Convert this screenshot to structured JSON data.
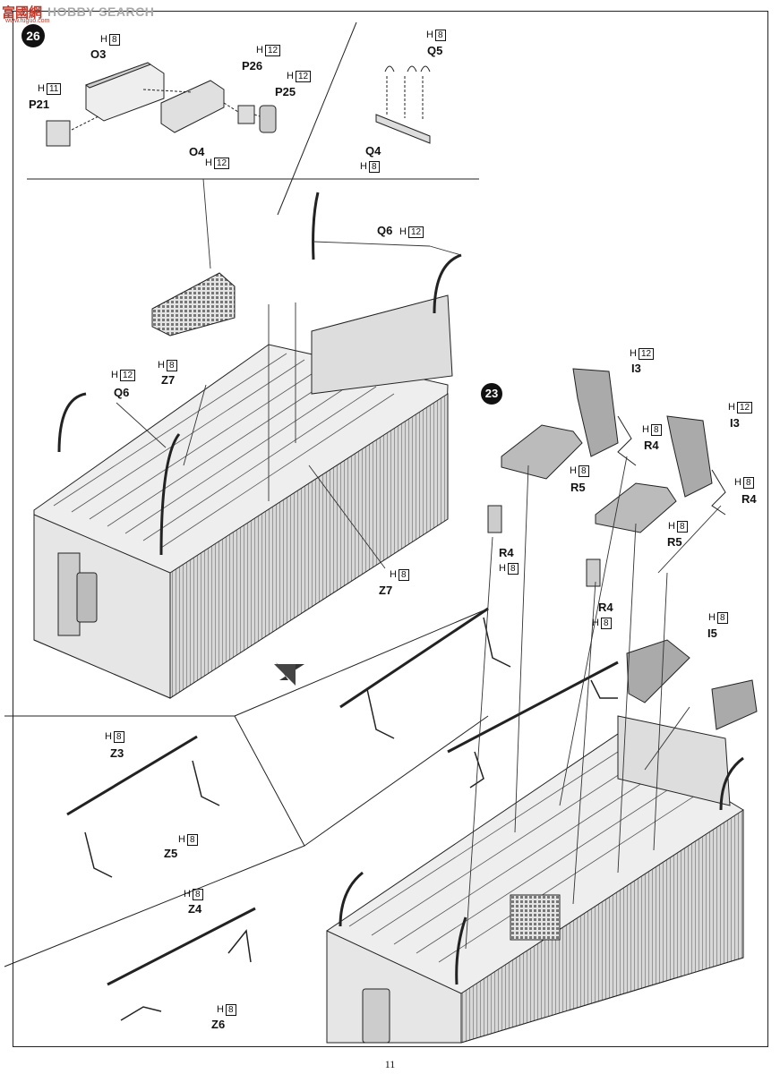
{
  "watermark": {
    "chinese": "富國網",
    "brand": "HOBBY SEARCH",
    "url": "www.fuguo.com"
  },
  "step_number": "26",
  "reference_step": "23",
  "page_number": "11",
  "parts": [
    {
      "id": "O3",
      "code": "H",
      "num": "8"
    },
    {
      "id": "P21",
      "code": "H",
      "num": "11"
    },
    {
      "id": "P26",
      "code": "H",
      "num": "12"
    },
    {
      "id": "P25",
      "code": "H",
      "num": "12"
    },
    {
      "id": "O4",
      "code": "H",
      "num": "12"
    },
    {
      "id": "Q5",
      "code": "H",
      "num": "8"
    },
    {
      "id": "Q4",
      "code": "H",
      "num": "8"
    },
    {
      "id": "Q6",
      "code": "H",
      "num": "12"
    },
    {
      "id": "Q6",
      "code": "H",
      "num": "12"
    },
    {
      "id": "Z7",
      "code": "H",
      "num": "8"
    },
    {
      "id": "Z7",
      "code": "H",
      "num": "8"
    },
    {
      "id": "I3",
      "code": "H",
      "num": "12"
    },
    {
      "id": "I3",
      "code": "H",
      "num": "12"
    },
    {
      "id": "R4",
      "code": "H",
      "num": "8"
    },
    {
      "id": "R4",
      "code": "H",
      "num": "8"
    },
    {
      "id": "R5",
      "code": "H",
      "num": "8"
    },
    {
      "id": "R5",
      "code": "H",
      "num": "8"
    },
    {
      "id": "R4",
      "code": "H",
      "num": "8"
    },
    {
      "id": "R4",
      "code": "H",
      "num": "8"
    },
    {
      "id": "I5",
      "code": "H",
      "num": "8"
    },
    {
      "id": "Z3",
      "code": "H",
      "num": "8"
    },
    {
      "id": "Z5",
      "code": "H",
      "num": "8"
    },
    {
      "id": "Z4",
      "code": "H",
      "num": "8"
    },
    {
      "id": "Z6",
      "code": "H",
      "num": "8"
    }
  ]
}
